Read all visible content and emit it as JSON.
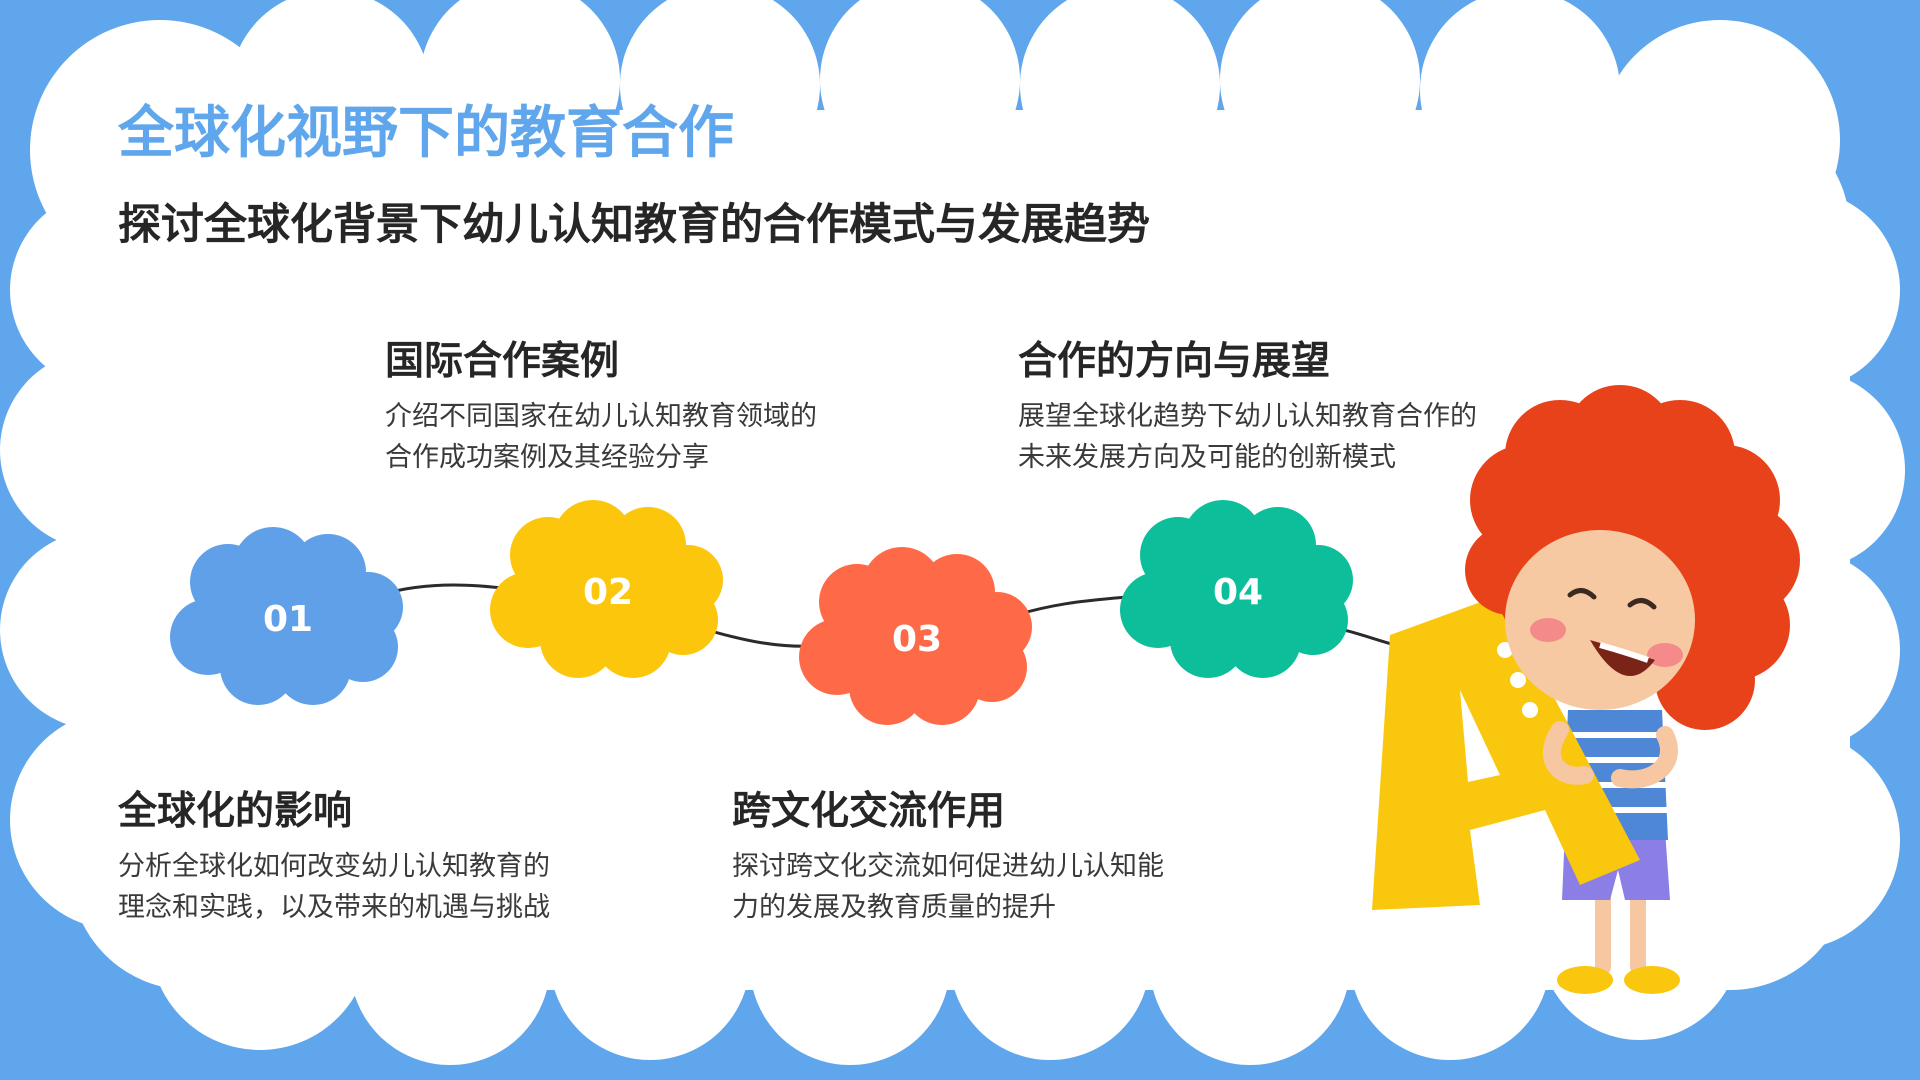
{
  "header": {
    "title": "全球化视野下的教育合作",
    "subtitle": "探讨全球化背景下幼儿认知教育的合作模式与发展趋势"
  },
  "steps": [
    {
      "number": "01",
      "color": "#5fa0e8"
    },
    {
      "number": "02",
      "color": "#fcc60d"
    },
    {
      "number": "03",
      "color": "#fe6a47"
    },
    {
      "number": "04",
      "color": "#0dbe9b"
    }
  ],
  "sections": [
    {
      "heading": "国际合作案例",
      "body": "介绍不同国家在幼儿认知教育领域的合作成功案例及其经验分享"
    },
    {
      "heading": "合作的方向与展望",
      "body": "展望全球化趋势下幼儿认知教育合作的未来发展方向及可能的创新模式"
    },
    {
      "heading": "全球化的影响",
      "body": "分析全球化如何改变幼儿认知教育的理念和实践，以及带来的机遇与挑战"
    },
    {
      "heading": "跨文化交流作用",
      "body": "探讨跨文化交流如何促进幼儿认知能力的发展及教育质量的提升"
    }
  ],
  "illustration": {
    "letter": "A"
  },
  "colors": {
    "background": "#5fa6ec",
    "card": "#ffffff",
    "title": "#5fa6ec",
    "text": "#262626",
    "hair": "#e8421a",
    "letter": "#f9c80e"
  }
}
